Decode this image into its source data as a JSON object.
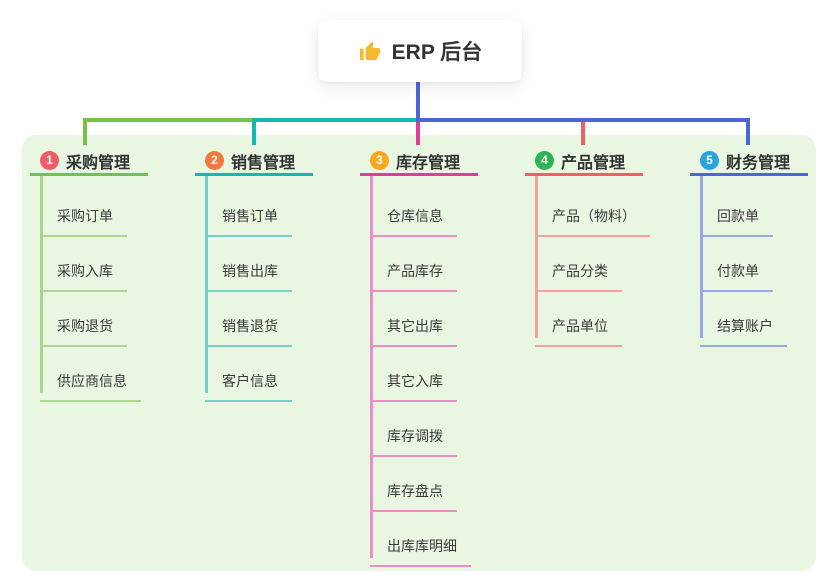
{
  "root": {
    "title": "ERP 后台",
    "icon": "thumbs-up-icon",
    "icon_color": "#f5b82e"
  },
  "panel_bg": "#e9f6e2",
  "root_stem_color": "#4d66d3",
  "branches": [
    {
      "num": "1",
      "title": "采购管理",
      "badge_color": "#f25b68",
      "line_color": "#77c04a",
      "child_line_color": "#a9d88d",
      "children": [
        "采购订单",
        "采购入库",
        "采购退货",
        "供应商信息"
      ]
    },
    {
      "num": "2",
      "title": "销售管理",
      "badge_color": "#f4793c",
      "line_color": "#14b8ae",
      "child_line_color": "#72d0c9",
      "children": [
        "销售订单",
        "销售出库",
        "销售退货",
        "客户信息"
      ]
    },
    {
      "num": "3",
      "title": "库存管理",
      "badge_color": "#f9a822",
      "line_color": "#dd3d9b",
      "child_line_color": "#ea8ec5",
      "children": [
        "仓库信息",
        "产品库存",
        "其它出库",
        "其它入库",
        "库存调拨",
        "库存盘点",
        "出库库明细"
      ]
    },
    {
      "num": "4",
      "title": "产品管理",
      "badge_color": "#2eb457",
      "line_color": "#f15f63",
      "child_line_color": "#f5a0a2",
      "children": [
        "产品（物料）",
        "产品分类",
        "产品单位"
      ]
    },
    {
      "num": "5",
      "title": "财务管理",
      "badge_color": "#2ba3df",
      "line_color": "#4d66d3",
      "child_line_color": "#96a9e6",
      "children": [
        "回款单",
        "付款单",
        "结算账户"
      ]
    }
  ]
}
